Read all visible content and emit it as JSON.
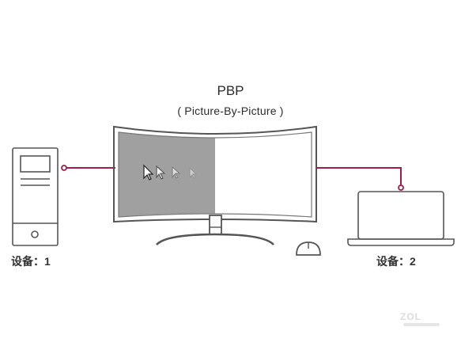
{
  "title": "PBP",
  "subtitle": "( Picture-By-Picture )",
  "devices": [
    {
      "label": "设备：1"
    },
    {
      "label": "设备：2"
    }
  ],
  "watermark": "ZOL",
  "colors": {
    "cable": "#a51c4a",
    "outline": "#555555",
    "left_screen": "#a0a0a0",
    "right_screen": "#ffffff"
  },
  "icons": [
    "desktop-tower-icon",
    "curved-monitor-icon",
    "cursor-icon",
    "mouse-icon",
    "laptop-icon"
  ]
}
